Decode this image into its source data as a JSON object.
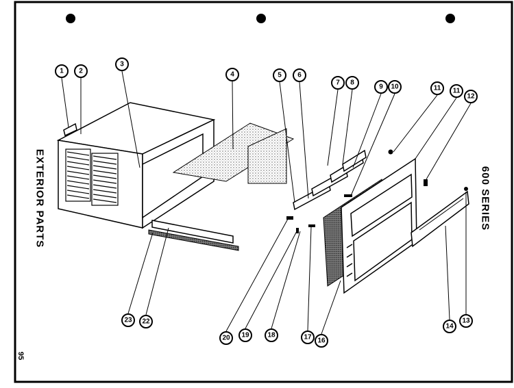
{
  "page": {
    "side_title": "EXTERIOR PARTS",
    "series_title": "600 SERIES",
    "page_number": "95"
  },
  "callouts": [
    "1",
    "2",
    "3",
    "4",
    "5",
    "6",
    "7",
    "8",
    "9",
    "10",
    "11",
    "11",
    "12",
    "13",
    "14",
    "16",
    "17",
    "18",
    "19",
    "20",
    "22",
    "23"
  ]
}
